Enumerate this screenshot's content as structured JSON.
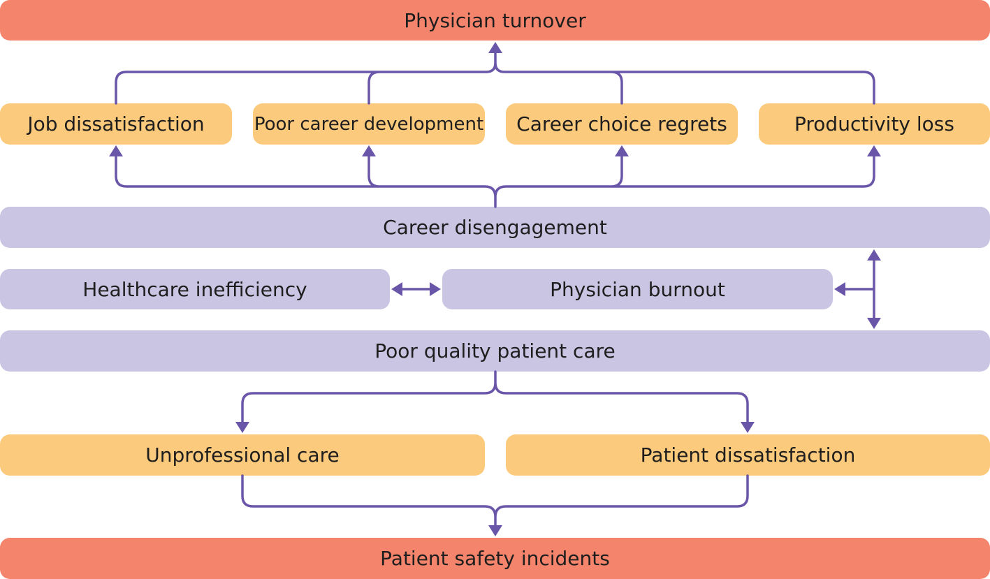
{
  "colors": {
    "outcome": "#f4846c",
    "consequence": "#fcca7c",
    "core": "#cbc5e4",
    "arrow": "#6a56a8"
  },
  "nodes": {
    "physician_turnover": "Physician turnover",
    "job_dissatisfaction": "Job dissatisfaction",
    "poor_career_development": "Poor career development",
    "career_choice_regrets": "Career choice regrets",
    "productivity_loss": "Productivity loss",
    "career_disengagement": "Career disengagement",
    "healthcare_inefficiency": "Healthcare inefficiency",
    "physician_burnout": "Physician burnout",
    "poor_quality_patient_care": "Poor quality patient care",
    "unprofessional_care": "Unprofessional care",
    "patient_dissatisfaction": "Patient dissatisfaction",
    "patient_safety_incidents": "Patient safety incidents"
  },
  "edges": [
    {
      "from": "job_dissatisfaction",
      "to": "physician_turnover"
    },
    {
      "from": "poor_career_development",
      "to": "physician_turnover"
    },
    {
      "from": "career_choice_regrets",
      "to": "physician_turnover"
    },
    {
      "from": "productivity_loss",
      "to": "physician_turnover"
    },
    {
      "from": "career_disengagement",
      "to": "job_dissatisfaction"
    },
    {
      "from": "career_disengagement",
      "to": "poor_career_development"
    },
    {
      "from": "career_disengagement",
      "to": "career_choice_regrets"
    },
    {
      "from": "career_disengagement",
      "to": "productivity_loss"
    },
    {
      "from": "healthcare_inefficiency",
      "to": "physician_burnout",
      "bidirectional": true
    },
    {
      "from": "physician_burnout",
      "to": "career_disengagement"
    },
    {
      "from": "physician_burnout",
      "to": "poor_quality_patient_care"
    },
    {
      "from": "poor_quality_patient_care",
      "to": "unprofessional_care"
    },
    {
      "from": "poor_quality_patient_care",
      "to": "patient_dissatisfaction"
    },
    {
      "from": "unprofessional_care",
      "to": "patient_safety_incidents"
    },
    {
      "from": "patient_dissatisfaction",
      "to": "patient_safety_incidents"
    }
  ]
}
